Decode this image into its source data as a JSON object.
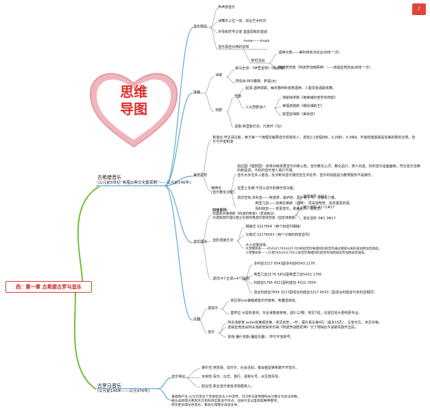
{
  "root": "西：第一章 古希腊古罗马音乐",
  "heart": {
    "line1": "思维",
    "line2": "导图"
  },
  "greek": {
    "title": "古希腊音乐",
    "period": "(公元前5世纪“希腊古典文化繁荣期”——公元前146年)",
    "features": {
      "label": "音乐特征",
      "items": [
        "声声部音乐",
        "诗舞乐三位一体，综合艺术形式",
        "字母和符号记谱 基基调和的基谱",
        "音乐源自对神的崇拜"
      ],
      "muse": "muse——music",
      "gods_label": "祭祀活动",
      "gods": [
        "酒神大典——美科西克法动合(四年一次)",
        "阿波罗庆典（阿波罗动西那神）——皮提亚竞技会(四年一次)"
      ]
    },
    "genres": {
      "label": "体裁",
      "poetry": {
        "label": "诗歌",
        "items": [
          "叙马史诗：《伊里亚特》《奥德赛》",
          "抒情诗:林尔藏德、萨福(女)"
        ]
      },
      "drama": {
        "label": "戏剧",
        "tragedy": {
          "label": "悲剧",
          "origin": "起源:酒神颂歌，每年春种秋收祭酒神，人耽享受酒歌戏舞。",
          "poets_label": "三大悲剧诗人",
          "poets": [
            "埃斯库罗斯《被束缚的普罗米修斯》",
            "索福克勒斯《俄狄浦斯王》",
            "欧里庇得斯《美狄亚》"
          ]
        },
        "comedy": "喜剧:阿里斯托芬，代表作《鸟》"
      }
    },
    "aesthetics": {
      "label": "美学思想",
      "pythagoras": "和谐论:毕达哥拉斯，西方第一个用理论解释音乐现象的人，发抵2:1音程纯8，3:2纯5，4:3纯4。宇宙和谐基础是完美的数的比例，音乐与宇宙和谐",
      "ethos_label": "精神论\n(音乐教化功能)",
      "plato": "柏拉图《理想国》:体育训练体质音乐训练心智，音乐教化心灵，教化品行，使人向善。好的音乐是面面和，符合音乐活律的和弦调，不好的音乐使人易行不端。",
      "plato2": "音乐水多也多入者强，反对新派音乐模仿亚生本名学。音乐的动能是为教育服务不是娱乐。",
      "aristotle": "亚里士多德:不否认音乐的娱乐性功能。",
      "modes": [
        "调式性标:多利亚——阿波罗，最庐的、医扑男子气、安静有力量。",
        "弗里几亚——狄奥尼索斯（酒神）：同关加陶管、狂欢激发的情。",
        "混利底亚——变更享乐，柔美柔杰，但有悲。"
      ]
    },
    "theory": {
      "label": "音乐理论",
      "four": "四音音列:",
      "four_desc": "阿里斯多塞诺斯《和谐的要素》（音谐概念）\n托诺斯音阶理论建立在相邻两度的音域范围（固定调模基）",
      "tetra": [
        "自然音阶 3217",
        "微分音阶 32↑1#17",
        "变化音阶 3#1 3#17"
      ],
      "connect_label": "音阶连接方法",
      "connect": [
        "相接式 3217654（两个四音列相接）",
        "分离式 32176543（两个分离的四音音列）"
      ],
      "system_title": "大小完整体系:",
      "system": [
        "大完整体系——6543217654321765四组音阶每相同的四音列通过相接分离形成加附加音组成。",
        "小完整体系——21相7654321765三组音阶每相同的四音列加附加前音加附加音组成。"
      ],
      "modes_label": "调式(4个正调+4个副调)",
      "modes": [
        "多利亚3217 6543副多利亚6543 2176",
        "弗里几亚2176 5432副弗里几亚5432 1765",
        "利底亚1765 4321副利底亚 4321 7654",
        "混合利底亚7654 3217副混合利底亚3217 6543（副混合利底亚与多利亚相同）"
      ]
    },
    "instruments": {
      "label": "乐器",
      "strings_label": "拨弦乐",
      "strings": [
        "竖拉琴lyre诵唱或独乐时使用，电器选四弦。",
        "基萨拉:大型的竖琴，专业演奏者使用，强5-12根，常见7弦，比竖拉琴大更响更专业。"
      ],
      "winds_label": "管乐",
      "winds": [
        "阿夫洛斯管 aulos双簧或单簧，常见双管，•形，图片看右第4孔（最多15孔），左管无孔，未见实物。",
        "皮威亚竞技会阿夫洛斯管获奖乐曲《阿波罗战胜蛇神》分了残缺后今谈歌风旋开五段。",
        "其他:潘什克斯(潘提乐器）、萨尔平克斯号。"
      ]
    }
  },
  "roman": {
    "title": "古罗马音乐",
    "period": "(公元前146年——公元476年)",
    "features_label": "音乐特征",
    "features": [
      "娱乐性:竞技场、音乐厅、社会活动，奏会催促娱邨离不开音乐。",
      "实用性:军乐、仪式、游行，强制大号，水压管风琴。",
      "职业性:职业音乐家追求高额收入。"
    ],
    "history": "基督教产生:公元元年在下至德亚犹太人中流传，313罗马皇帝颁布米兰敕令为合法宗教。\n格乐具有取大教和东方和科目实教谈不作点。也按今玄记圣章梨精神骤然。\n原先拒创得乐性音乐，教会礼拜需乐谈动主导。"
  }
}
